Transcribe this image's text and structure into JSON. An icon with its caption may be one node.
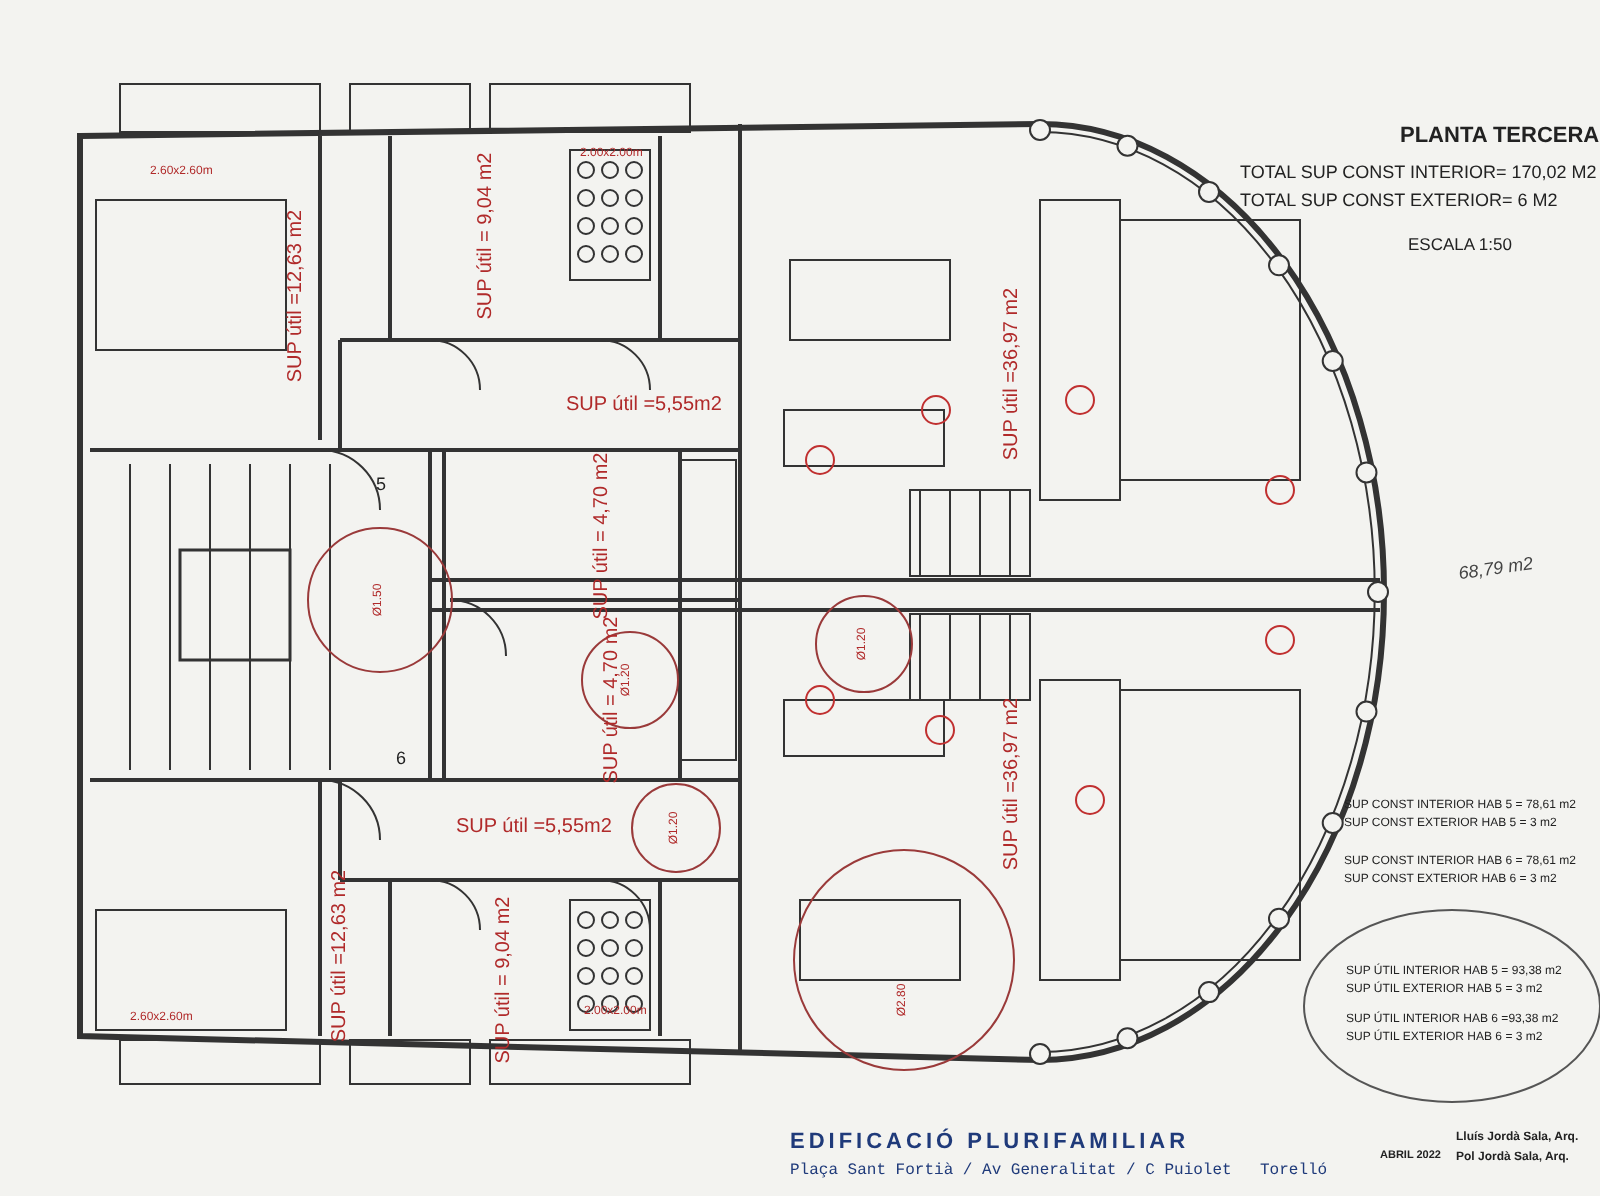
{
  "diagram": {
    "title": "PLANTA TERCERA",
    "labels": [
      "TOTAL SUP CONST INTERIOR= 170,02 M2",
      "TOTAL SUP CONST EXTERIOR= 6 M2",
      "ESCALA 1:50",
      "2.60x2.60m",
      "SUP útil =12,63 m2",
      "SUP útil = 9,04 m2",
      "2.00x2.00m",
      "SUP útil =5,55m2",
      "SUP útil =36,97 m2",
      "5",
      "Ø1.50",
      "SUP útil = 4,70 m2",
      "SUP útil = 4,70 m2",
      "Ø1.20",
      "Ø1.20",
      "6",
      "SUP útil =5,55m2",
      "Ø1.20",
      "SUP útil =36,97 m2",
      "Ø2.80",
      "68,79 m2",
      "SUP CONST INTERIOR HAB 5 = 78,61 m2",
      "SUP CONST EXTERIOR HAB 5 = 3 m2",
      "SUP CONST INTERIOR HAB 6 = 78,61 m2",
      "SUP CONST EXTERIOR HAB 6 = 3 m2",
      "SUP ÚTIL INTERIOR HAB 5 = 93,38 m2",
      "SUP ÚTIL EXTERIOR HAB 5 = 3 m2",
      "SUP ÚTIL INTERIOR HAB 6 =93,38 m2",
      "SUP ÚTIL EXTERIOR HAB 6 = 3 m2",
      "SUP útil =12,63 m2",
      "SUP útil = 9,04 m2",
      "2.60x2.60m",
      "2.00x2.00m",
      "EDIFICACIÓ PLURIFAMILIAR",
      "Plaça Sant Fortià / Av Generalitat / C Puiolet",
      "Torelló",
      "ABRIL 2022",
      "Lluís Jordà Sala, Arq.",
      "Pol Jordà Sala, Arq."
    ]
  }
}
